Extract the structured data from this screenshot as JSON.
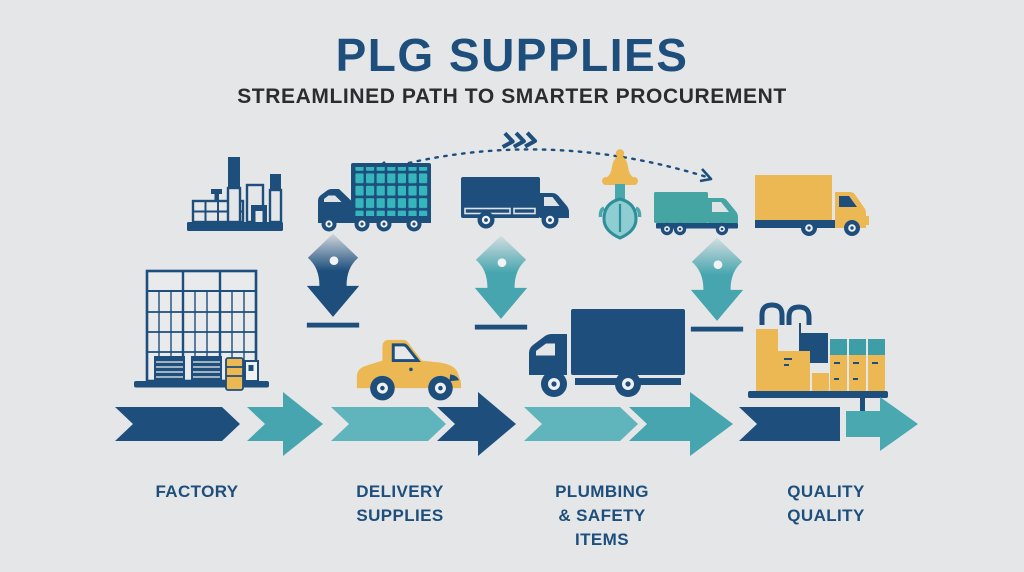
{
  "header": {
    "title": "PLG SUPPLIES",
    "subtitle": "STREAMLINED PATH TO SMARTER PROCUREMENT"
  },
  "stages": [
    {
      "label": "FACTORY"
    },
    {
      "label": "DELIVERY\nSUPPLIES"
    },
    {
      "label": "PLUMBING\n& SAFETY\nITEMS"
    },
    {
      "label": "QUALITY\nQUALITY"
    }
  ],
  "icons": [
    "factory-icon",
    "crate-truck-icon",
    "box-truck-icon",
    "shovel-icon",
    "cargo-van-icon",
    "yellow-truck-icon",
    "warehouse-icon",
    "pickup-truck-icon",
    "delivery-truck-icon",
    "packages-icon",
    "down-arrow-icon",
    "dashed-route-arc",
    "flow-arrow-band"
  ],
  "colors": {
    "background": "#e5e6e8",
    "navy": "#1d4e7c",
    "teal": "#46a5ae",
    "teal_light": "#60b4bb",
    "teal_bright": "#35b6bd",
    "yellow": "#ecb853",
    "subtitle_text": "#2b2c30"
  }
}
